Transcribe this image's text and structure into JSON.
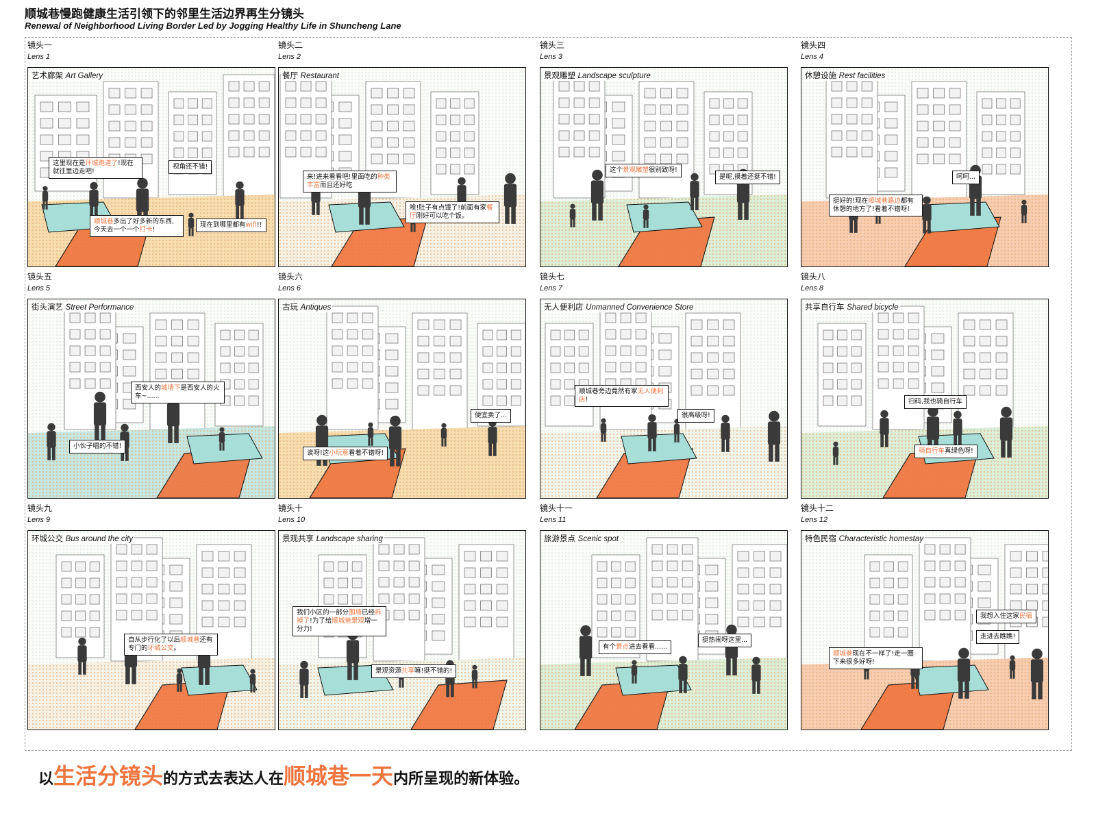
{
  "header": {
    "title_cn": "顺城巷慢跑健康生活引领下的邻里生活边界再生分镜头",
    "title_en": "Renewal of Neighborhood Living Border Led by Jogging Healthy Life in Shuncheng Lane"
  },
  "colors": {
    "orange": "#f0743d",
    "teal": "#a8ded8",
    "green": "#cfe9c9",
    "dots": "#e8a86a"
  },
  "lenses": [
    {
      "cn": "镜头一",
      "en": "Lens 1",
      "title_cn": "艺术廊架",
      "title_en": "Art Gallery",
      "bubbles": [
        {
          "pre": "这里现在是",
          "hl": "环城跑道了",
          "post": "!现在就往里边走吧!"
        },
        {
          "pre": "视角还不错!",
          "hl": "",
          "post": ""
        },
        {
          "pre": "",
          "hl": "顺城巷",
          "post": "多出了好多新的东西,今天去一个一个",
          "hl2": "打卡",
          "post2": "!"
        },
        {
          "pre": "现在到哪里都有",
          "hl": "wifi",
          "post": "!!"
        }
      ]
    },
    {
      "cn": "镜头二",
      "en": "Lens 2",
      "title_cn": "餐厅",
      "title_en": "Restaurant",
      "bubbles": [
        {
          "pre": "来!进来看看吧!里面吃的",
          "hl": "种类丰富",
          "post": "而且还好吃"
        },
        {
          "pre": "唉!肚子有点饿了!前面有家",
          "hl": "餐厅",
          "post": "刚好可以吃个饭。"
        }
      ]
    },
    {
      "cn": "镜头三",
      "en": "Lens 3",
      "title_cn": "景观雕塑",
      "title_en": "Landscape sculpture",
      "bubbles": [
        {
          "pre": "这个",
          "hl": "景观雕塑",
          "post": "很别致呀!"
        },
        {
          "pre": "是呢,摸着还挺不错!",
          "hl": "",
          "post": ""
        }
      ]
    },
    {
      "cn": "镜头四",
      "en": "Lens 4",
      "title_cn": "休憩设施",
      "title_en": "Rest facilities",
      "bubbles": [
        {
          "pre": "呵呵...",
          "hl": "",
          "post": ""
        },
        {
          "pre": "挺好的!现在",
          "hl": "顺城巷路边",
          "post": "都有休憩的地方了!看着不错呀!"
        }
      ]
    },
    {
      "cn": "镜头五",
      "en": "Lens 5",
      "title_cn": "街头演艺",
      "title_en": "Street Performance",
      "bubbles": [
        {
          "pre": "西安人的",
          "hl": "城墙下",
          "post": "是西安人的火车~......"
        },
        {
          "pre": "小伙子唱的不错!",
          "hl": "",
          "post": ""
        }
      ]
    },
    {
      "cn": "镜头六",
      "en": "Lens 6",
      "title_cn": "古玩",
      "title_en": "Antiques",
      "bubbles": [
        {
          "pre": "便宜卖了...",
          "hl": "",
          "post": ""
        },
        {
          "pre": "诶呀!这",
          "hl": "小玩意",
          "post": "看着不错呀!"
        }
      ]
    },
    {
      "cn": "镜头七",
      "en": "Lens 7",
      "title_cn": "无人便利店",
      "title_en": "Unmanned Convenience Store",
      "bubbles": [
        {
          "pre": "顺城巷旁边竟然有家",
          "hl": "无人便利店",
          "post": "!"
        },
        {
          "pre": "很高级呀!",
          "hl": "",
          "post": ""
        }
      ]
    },
    {
      "cn": "镜头八",
      "en": "Lens 8",
      "title_cn": "共享自行车",
      "title_en": "Shared bicycle",
      "bubbles": [
        {
          "pre": "扫码,我也骑自行车",
          "hl": "",
          "post": ""
        },
        {
          "pre": "",
          "hl": "骑自行车",
          "post": "真绿色呀!"
        }
      ]
    },
    {
      "cn": "镜头九",
      "en": "Lens 9",
      "title_cn": "环城公交",
      "title_en": "Bus around the city",
      "bubbles": [
        {
          "pre": "自从步行化了以后",
          "hl": "顺城巷",
          "post": "还有专门的",
          "hl2": "环城公交",
          "post2": "。"
        }
      ]
    },
    {
      "cn": "镜头十",
      "en": "Lens 10",
      "title_cn": "景观共享",
      "title_en": "Landscape sharing",
      "bubbles": [
        {
          "pre": "我们小区的一部分",
          "hl": "围墙",
          "post": "已经",
          "hl2": "拆掉了",
          "post2": "!为了给",
          "hl3": "顺城巷景观",
          "post3": "增一分力!"
        },
        {
          "pre": "景观资源",
          "hl": "共享",
          "post": "嘛!挺不错的!"
        }
      ]
    },
    {
      "cn": "镜头十一",
      "en": "Lens 11",
      "title_cn": "旅游景点",
      "title_en": "Scenic spot",
      "bubbles": [
        {
          "pre": "有个",
          "hl": "景点",
          "post": "进去看看......"
        },
        {
          "pre": "挺热闹呀这里...",
          "hl": "",
          "post": ""
        }
      ]
    },
    {
      "cn": "镜头十二",
      "en": "Lens 12",
      "title_cn": "特色民宿",
      "title_en": "Characteristic homestay",
      "bubbles": [
        {
          "pre": "我想入住这家",
          "hl": "民宿",
          "post": ""
        },
        {
          "pre": "走进去瞧瞧!",
          "hl": "",
          "post": ""
        },
        {
          "pre": "",
          "hl": "顺城巷",
          "post": "现在不一样了!走一圈下来很多好呀!"
        }
      ]
    }
  ],
  "footer": {
    "p1": "以",
    "h1": "生活分镜头",
    "p2": "的方式去表达人在",
    "h2": "顺城巷一天",
    "p3": "内所呈现的新体验。"
  }
}
